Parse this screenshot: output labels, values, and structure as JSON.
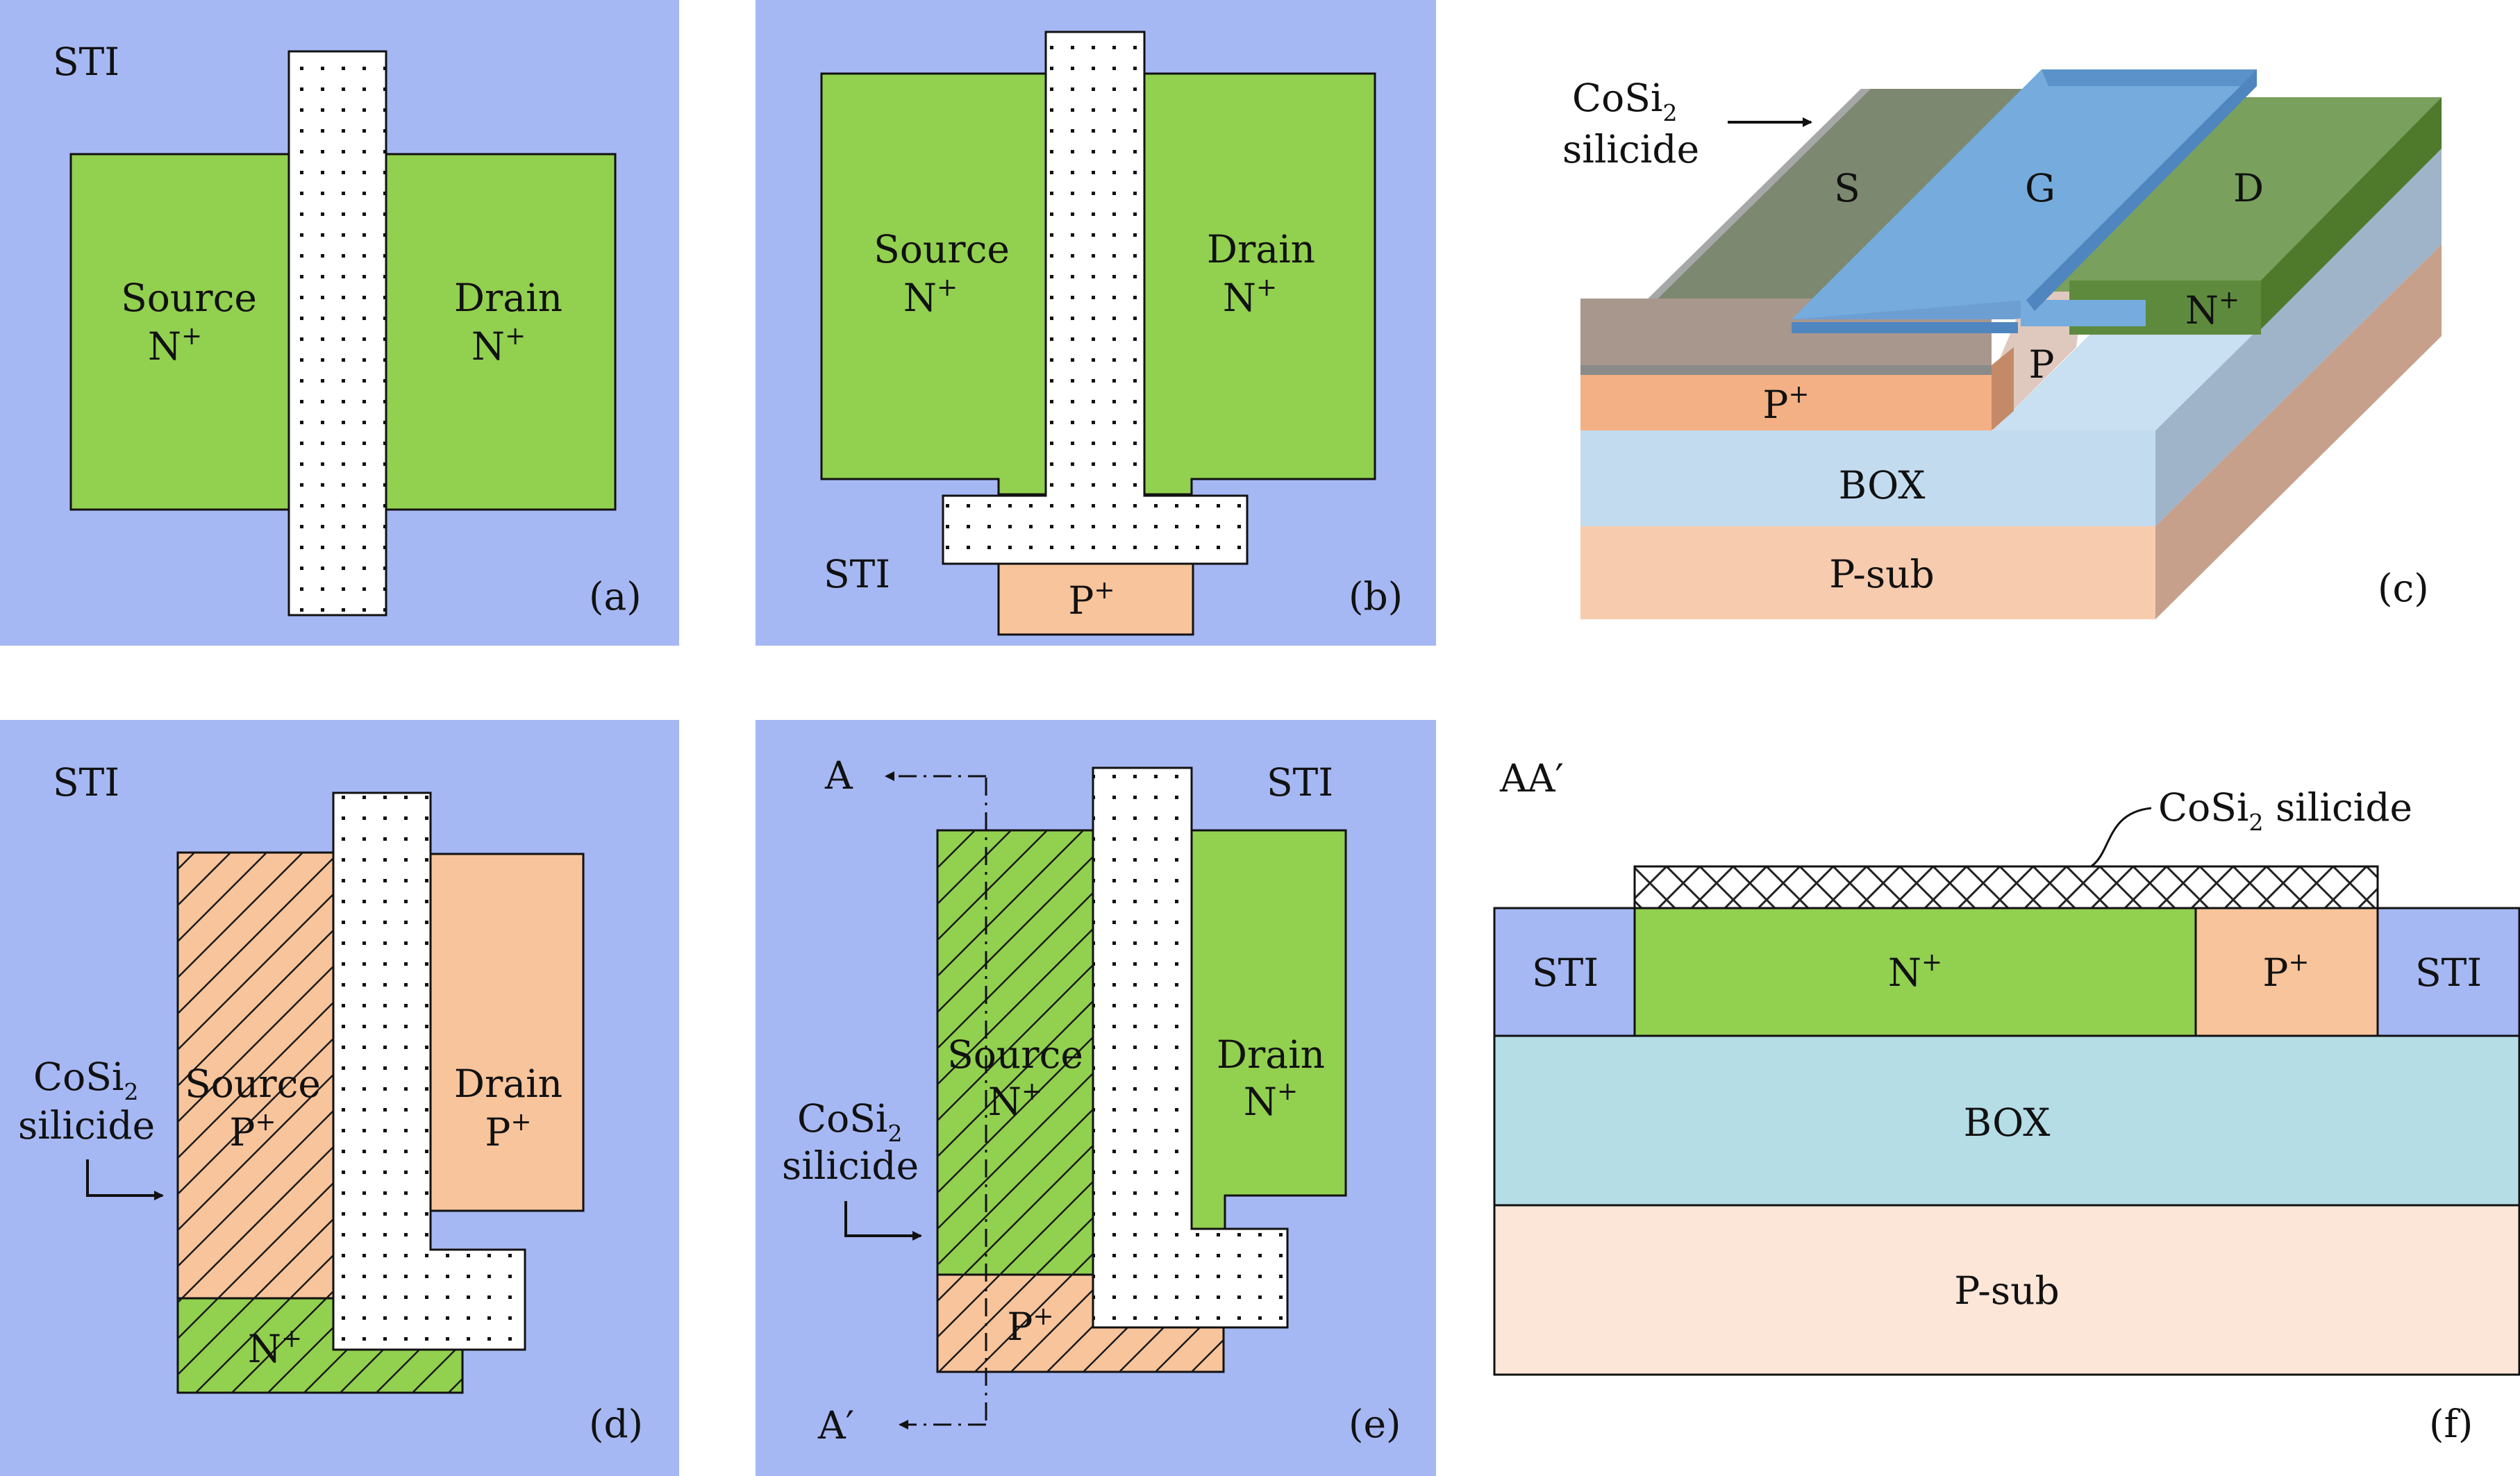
{
  "colors": {
    "sti_blue": "#a6b8f3",
    "n_green": "#92d050",
    "p_orange": "#f8c49b",
    "p_orange_dark": "#f2b084",
    "box_lightblue": "#c3dbef",
    "psub_peach": "#f7cbae",
    "f_box": "#b5dde6",
    "f_psub": "#fce6d8",
    "gate_blue": "#75acdd",
    "drain_dark": "#5e8a3d",
    "source_gray": "#7b8a71"
  },
  "panel_a": {
    "sti": "STI",
    "source": "Source",
    "source_type": "N",
    "drain": "Drain",
    "drain_type": "N",
    "tag": "(a)"
  },
  "panel_b": {
    "sti": "STI",
    "source": "Source",
    "source_type": "N",
    "drain": "Drain",
    "drain_type": "N",
    "body_type": "P",
    "tag": "(b)"
  },
  "panel_c": {
    "silicide_1": "CoSi",
    "silicide_sub": "2",
    "silicide_2": "silicide",
    "s": "S",
    "g": "G",
    "d": "D",
    "n_plus": "N",
    "p": "P",
    "p_plus": "P",
    "box": "BOX",
    "psub": "P-sub",
    "tag": "(c)"
  },
  "panel_d": {
    "sti": "STI",
    "silicide_1": "CoSi",
    "silicide_sub": "2",
    "silicide_2": "silicide",
    "source": "Source",
    "source_type": "P",
    "drain": "Drain",
    "drain_type": "P",
    "body_type": "N",
    "tag": "(d)"
  },
  "panel_e": {
    "a": "A",
    "a_prime": "A′",
    "sti": "STI",
    "silicide_1": "CoSi",
    "silicide_sub": "2",
    "silicide_2": "silicide",
    "source": "Source",
    "source_type": "N",
    "drain": "Drain",
    "drain_type": "N",
    "body_type": "P",
    "tag": "(e)"
  },
  "panel_f": {
    "section": "AA′",
    "silicide_1": "CoSi",
    "silicide_sub": "2",
    "silicide_2": " silicide",
    "sti_left": "STI",
    "sti_right": "STI",
    "n_plus": "N",
    "p_plus": "P",
    "box": "BOX",
    "psub": "P-sub",
    "tag": "(f)"
  },
  "plus_sign": "+"
}
